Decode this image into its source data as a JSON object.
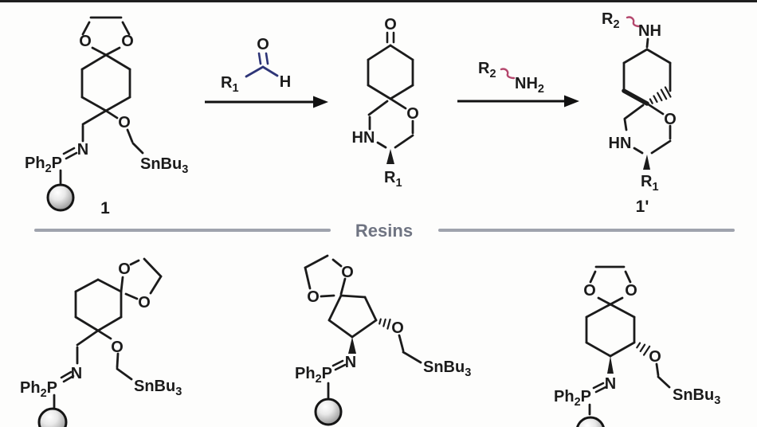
{
  "colors": {
    "background": "#fdfdfc",
    "bond": "#1b1b1b",
    "r1_blue": "#2e3577",
    "r2_pink": "#b5486e",
    "divider_line": "#9fa3ad",
    "divider_text": "#6f7482",
    "top_border": "#1f1f1f"
  },
  "atoms": {
    "O": "O",
    "N": "N",
    "HN": "HN",
    "NH": "NH",
    "H": "H",
    "Ph": "Ph",
    "P": "P",
    "SnBu": "SnBu",
    "R": "R",
    "sub_1": "1",
    "sub_2": "2",
    "sub_3": "3"
  },
  "labels": {
    "compound_1": "1",
    "compound_1_prime": "1'",
    "divider": "Resins"
  }
}
